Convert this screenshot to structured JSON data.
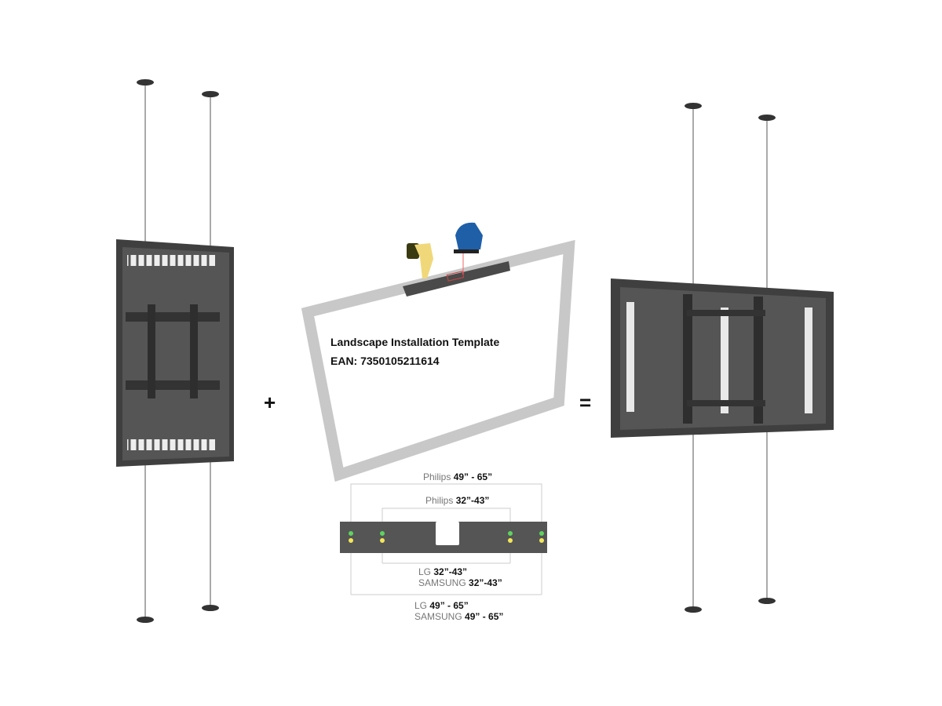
{
  "template": {
    "title": "Landscape Installation Template",
    "ean": "EAN: 7350105211614"
  },
  "operators": {
    "plus": "+",
    "equals": "="
  },
  "plate_labels": {
    "philips_large": {
      "brand": "Philips",
      "size": "49” - 65”"
    },
    "philips_small": {
      "brand": "Philips",
      "size": "32”-43”"
    },
    "lg_small": {
      "brand": "LG",
      "size": "32”-43”"
    },
    "samsung_small": {
      "brand": "SAMSUNG",
      "size": "32”-43”"
    },
    "lg_large": {
      "brand": "LG",
      "size": "49” - 65”"
    },
    "samsung_large": {
      "brand": "SAMSUNG",
      "size": "49” - 65”"
    }
  },
  "colors": {
    "enclosure": "#4a4a4a",
    "frame": "#cfcfcf",
    "green_dot": "#5fd35f",
    "yellow_dot": "#f2e65a",
    "drill": "#f0d87a",
    "jigsaw": "#1f5fa8"
  }
}
